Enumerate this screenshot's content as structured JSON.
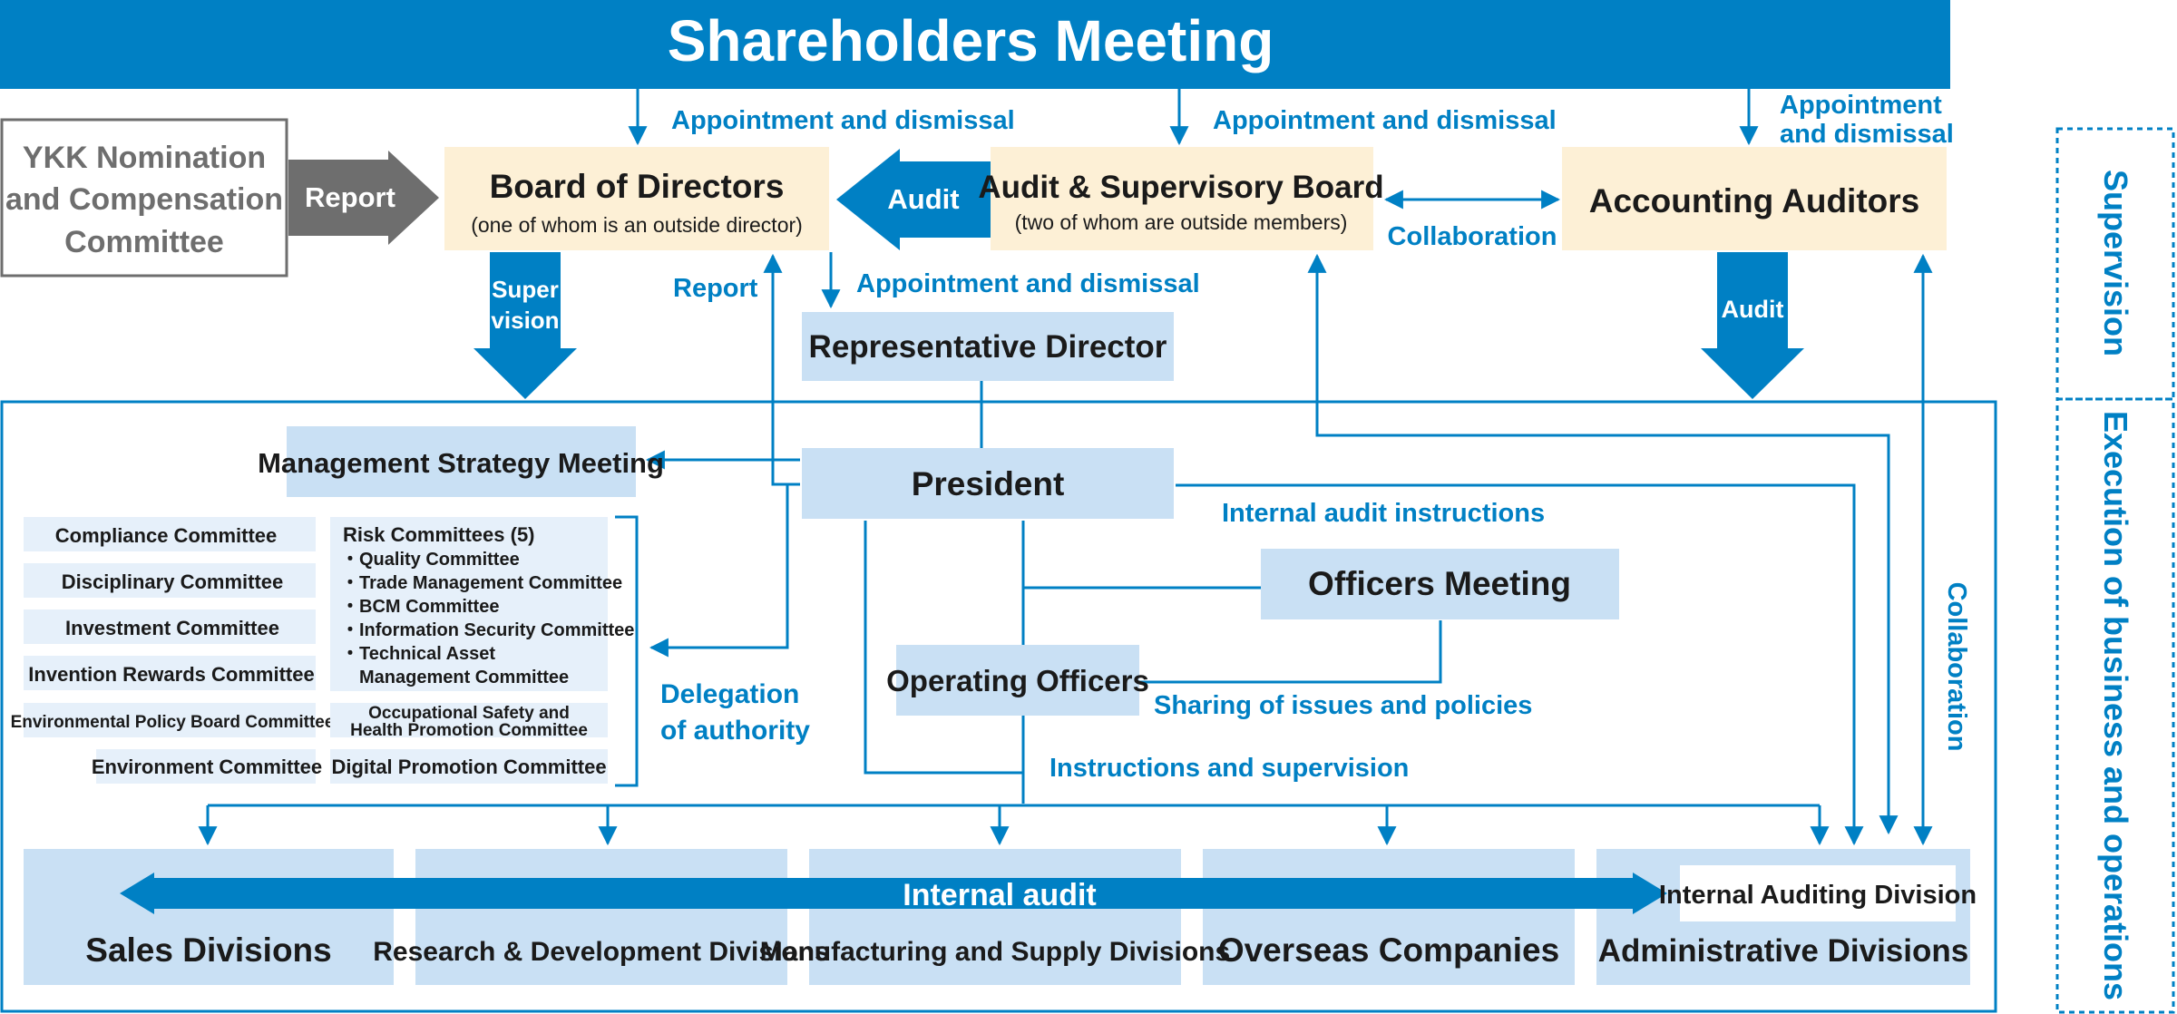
{
  "header": {
    "title": "Shareholders Meeting"
  },
  "nodes": {
    "nomination": {
      "lines": [
        "YKK Nomination",
        "and Compensation",
        "Committee"
      ]
    },
    "board": {
      "title": "Board of Directors",
      "subtitle": "(one of whom is an outside director)"
    },
    "audit_board": {
      "title": "Audit & Supervisory Board",
      "subtitle": "(two of whom are outside members)"
    },
    "accounting": {
      "title": "Accounting Auditors"
    },
    "rep_director": {
      "title": "Representative Director"
    },
    "president": {
      "title": "President"
    },
    "mgmt_meeting": {
      "title": "Management Strategy Meeting"
    },
    "officers_meeting": {
      "title": "Officers Meeting"
    },
    "operating_officers": {
      "title": "Operating Officers"
    },
    "internal_auditing": {
      "title": "Internal Auditing Division"
    }
  },
  "committees_left": [
    "Compliance Committee",
    "Disciplinary Committee",
    "Investment Committee",
    "Invention Rewards Committee",
    "Environmental Policy Board Committee",
    "Environment Committee"
  ],
  "risk_committees": {
    "title": "Risk Committees (5)",
    "items": [
      "・Quality Committee",
      "・Trade Management Committee",
      "・BCM Committee",
      "・Information Security Committee",
      "・Technical Asset",
      "Management Committee"
    ]
  },
  "committees_right": [
    [
      "Occupational Safety and",
      "Health Promotion Committee"
    ],
    [
      "Digital Promotion Committee"
    ]
  ],
  "divisions": [
    "Sales Divisions",
    "Research & Development Divisions",
    "Manufacturing and Supply Divisions",
    "Overseas Companies",
    "Administrative Divisions"
  ],
  "labels": {
    "appointment_1": "Appointment and dismissal",
    "appointment_2": "Appointment and dismissal",
    "appointment_3": [
      "Appointment",
      "and dismissal"
    ],
    "appointment_4": "Appointment and dismissal",
    "report_arrow": "Report",
    "audit_arrow": "Audit",
    "collaboration_1": "Collaboration",
    "supervision_arrow": [
      "Super",
      "vision"
    ],
    "report_label": "Report",
    "audit_arrow_2": "Audit",
    "internal_audit_instructions": "Internal audit instructions",
    "delegation": [
      "Delegation",
      "of authority"
    ],
    "sharing": "Sharing of issues and policies",
    "instructions": "Instructions and supervision",
    "collaboration_2": "Collaboration",
    "internal_audit": "Internal audit"
  },
  "side_labels": {
    "supervision": "Supervision",
    "execution": "Execution of business and operations"
  },
  "colors": {
    "blue": "#0080c4",
    "light_blue": "#c9e0f4",
    "cream": "#fdf0d6",
    "gray": "#6e6e6e",
    "dark_text": "#1a1a1a"
  }
}
